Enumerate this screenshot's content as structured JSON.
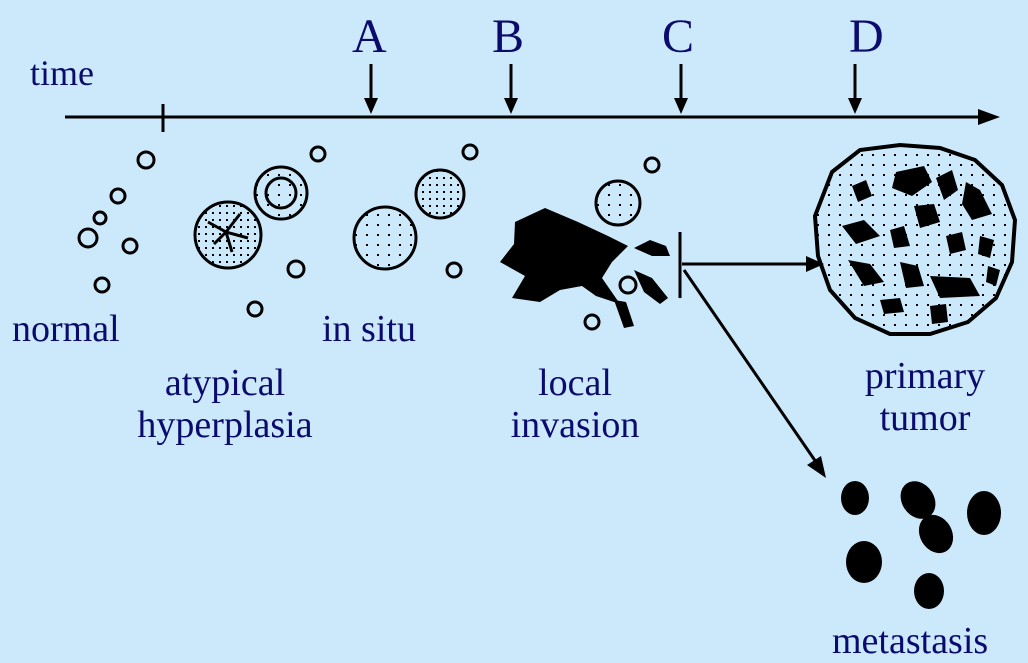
{
  "axis": {
    "label": "time"
  },
  "markers": [
    "A",
    "B",
    "C",
    "D"
  ],
  "stages": {
    "normal": "normal",
    "atypical_line1": "atypical",
    "atypical_line2": "hyperplasia",
    "in_situ": "in situ",
    "local_line1": "local",
    "local_line2": "invasion",
    "primary_line1": "primary",
    "primary_line2": "tumor",
    "metastasis": "metastasis"
  },
  "colors": {
    "background": "#cce9fb",
    "text": "#0b0b6e",
    "ink": "#000000"
  }
}
